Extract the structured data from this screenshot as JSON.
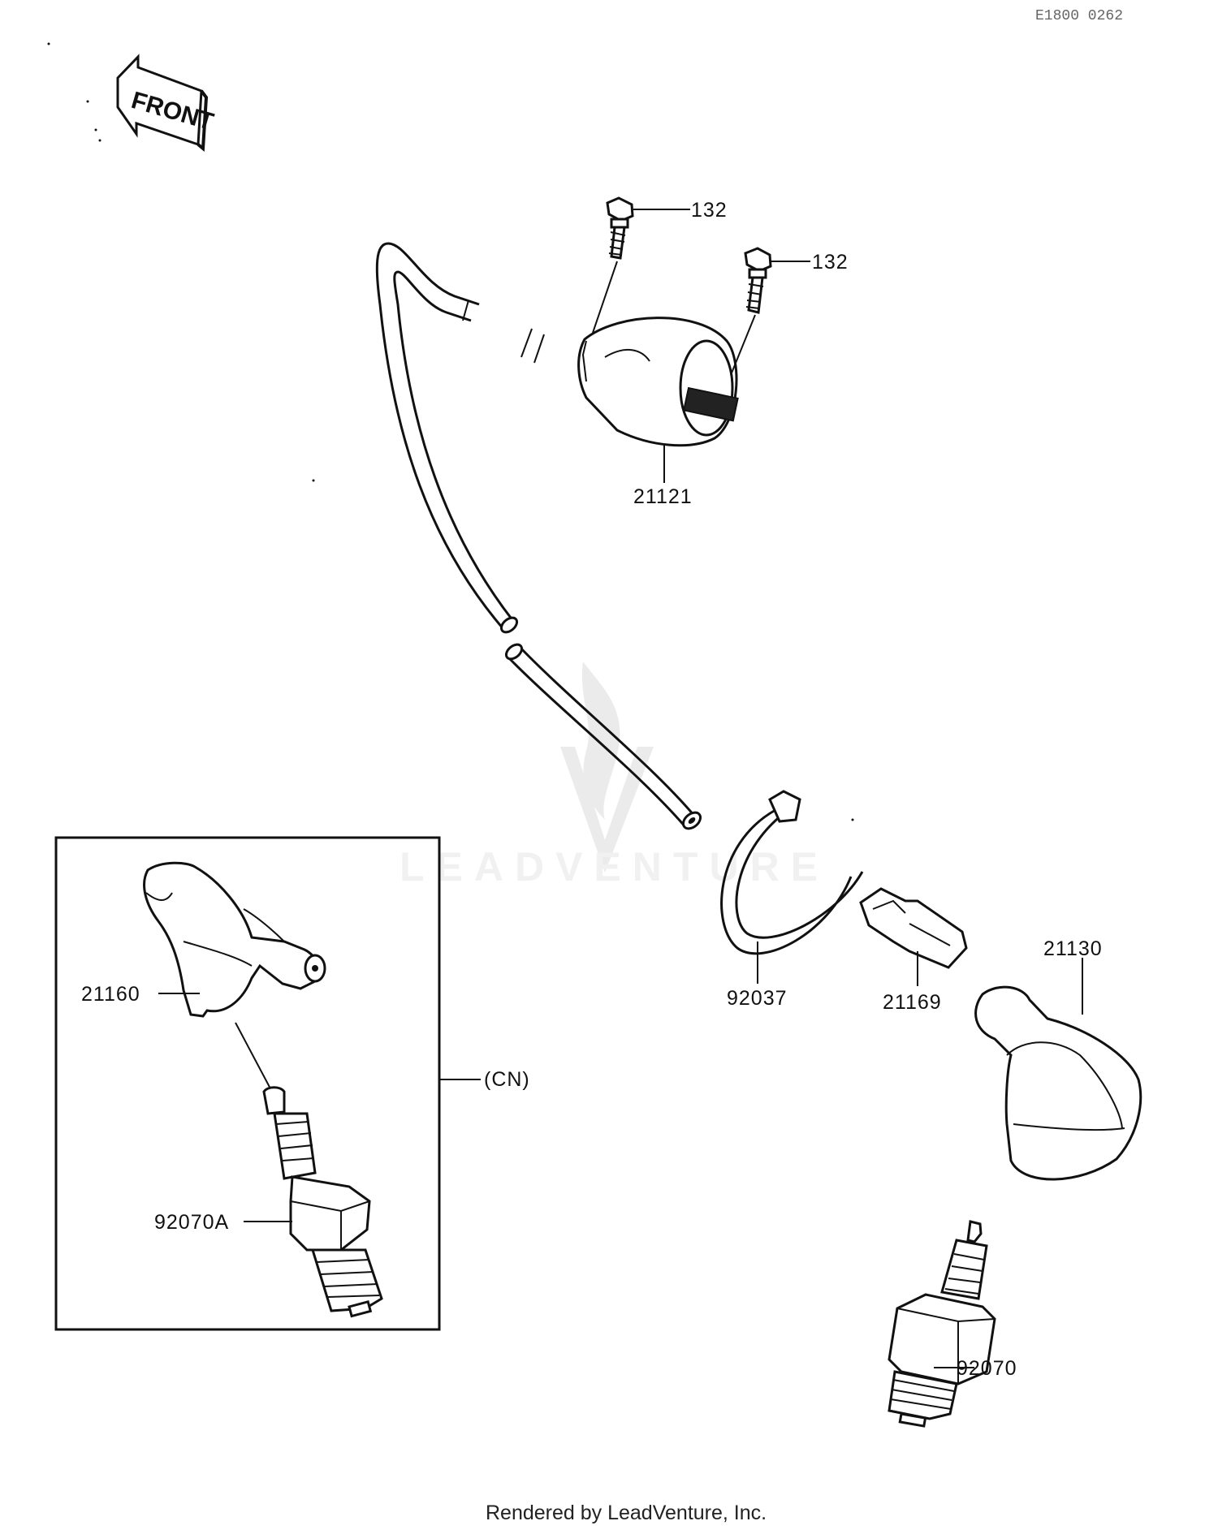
{
  "reference_code": "E1800 0262",
  "front_label": "FRONT",
  "callouts": {
    "bolt_upper": "132",
    "bolt_right": "132",
    "ignition_coil": "21121",
    "cable_band": "92037",
    "clamp": "21169",
    "plug_cap": "21130",
    "spark_plug": "92070",
    "plug_cap_cn": "21160",
    "spark_plug_cn": "92070A",
    "cn_variant": "(CN)"
  },
  "watermark": "LEADVENTURE",
  "footer_credit": "Rendered by LeadVenture, Inc."
}
